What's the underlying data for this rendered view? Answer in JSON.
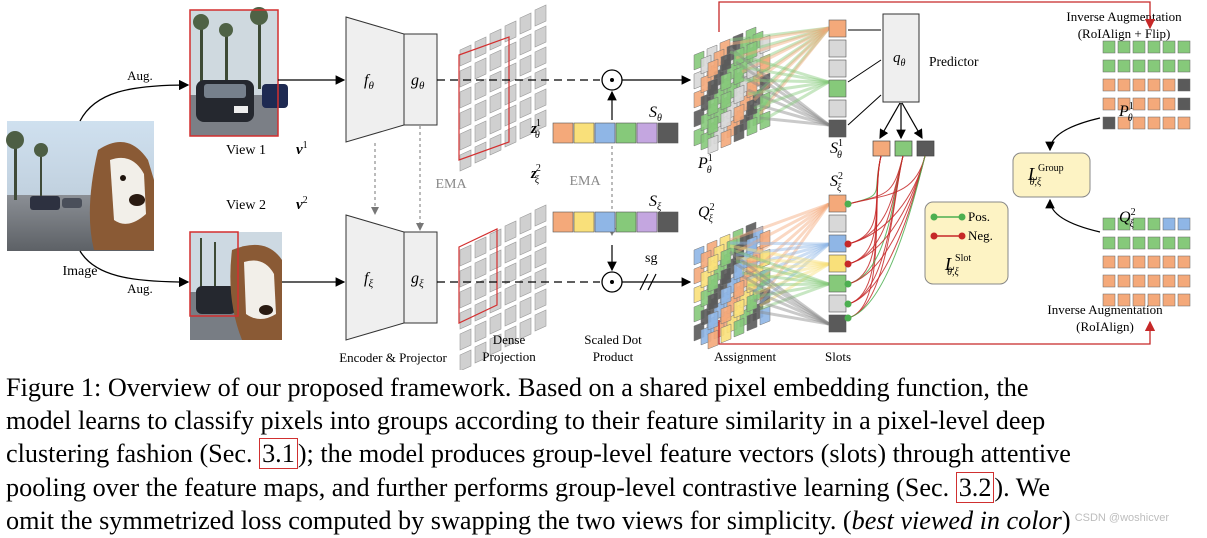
{
  "figure": {
    "input_label": "Image",
    "aug_top": "Aug.",
    "aug_bottom": "Aug.",
    "view1_label": "View 1",
    "view1_symbol": "v",
    "view1_sup": "1",
    "view2_label": "View 2",
    "view2_symbol": "v",
    "view2_sup": "2",
    "encoder_top": "f",
    "encoder_top_sub": "θ",
    "projector_top": "g",
    "projector_top_sub": "θ",
    "encoder_bottom": "f",
    "encoder_bottom_sub": "ξ",
    "projector_bottom": "g",
    "projector_bottom_sub": "ξ",
    "ema_left": "EMA",
    "ema_right": "EMA",
    "encoder_caption": "Encoder & Projector",
    "dense_caption_1": "Dense",
    "dense_caption_2": "Projection",
    "sdp_caption_1": "Scaled Dot",
    "sdp_caption_2": "Product",
    "z_top": "z",
    "z_top_sub": "θ",
    "z_top_sup": "1",
    "z_bottom": "z",
    "z_bottom_sub": "ξ",
    "z_bottom_sup": "2",
    "s_top": "S",
    "s_top_sub": "θ",
    "s_bottom": "S",
    "s_bottom_sub": "ξ",
    "sg": "sg",
    "dot_symbol": "⊙",
    "p_label": "P",
    "p_sub": "θ",
    "p_sup": "1",
    "q_label": "Q",
    "q_sub": "ξ",
    "q_sup": "2",
    "s1_label": "S",
    "s1_sub": "θ",
    "s1_sup": "1",
    "s2_label": "S",
    "s2_sub": "ξ",
    "s2_sup": "2",
    "predictor_symbol": "q",
    "predictor_sub": "θ",
    "predictor_label": "Predictor",
    "assignment_caption": "Assignment",
    "slots_caption": "Slots",
    "inv_aug_top_1": "Inverse Augmentation",
    "inv_aug_top_2": "(RoIAlign + Flip)",
    "inv_aug_bottom_1": "Inverse Augmentation",
    "inv_aug_bottom_2": "(RoIAlign)",
    "ptilde": "P",
    "ptilde_sub": "θ",
    "ptilde_sup": "1",
    "qtilde": "Q",
    "qtilde_sub": "ξ",
    "qtilde_sup": "2",
    "group_loss": "L",
    "group_loss_sub": "θ,ξ",
    "group_loss_sup": "Group",
    "slot_loss": "L",
    "slot_loss_sub": "θ,ξ",
    "slot_loss_sup": "Slot",
    "pos_label": "Pos.",
    "neg_label": "Neg.",
    "colors": {
      "orange": "#f4a97a",
      "yellow": "#f9e07a",
      "blue": "#8fb6e6",
      "green": "#86c97a",
      "purple": "#c4a6e0",
      "dark": "#5a5a5a",
      "light": "#d8d8d8",
      "red": "#c62828",
      "loss_bg": "#fdf3c4"
    }
  },
  "caption": {
    "l1": "Figure 1: Overview of our proposed framework. Based on a shared pixel embedding function, the",
    "l2": "model learns to classify pixels into groups according to their feature similarity in a pixel-level deep",
    "l3a": "clustering fashion (Sec. ",
    "l3ref": "3.1",
    "l3b": "); the model produces group-level feature vectors (slots) through attentive",
    "l4a": "pooling over the feature maps, and further performs group-level contrastive learning (Sec. ",
    "l4ref": "3.2",
    "l4b": "). We",
    "l5a": "omit the symmetrized loss computed by swapping the two views for simplicity. (",
    "l5it": "best viewed in color",
    "l5b": ")"
  },
  "watermark": "CSDN @woshicver"
}
